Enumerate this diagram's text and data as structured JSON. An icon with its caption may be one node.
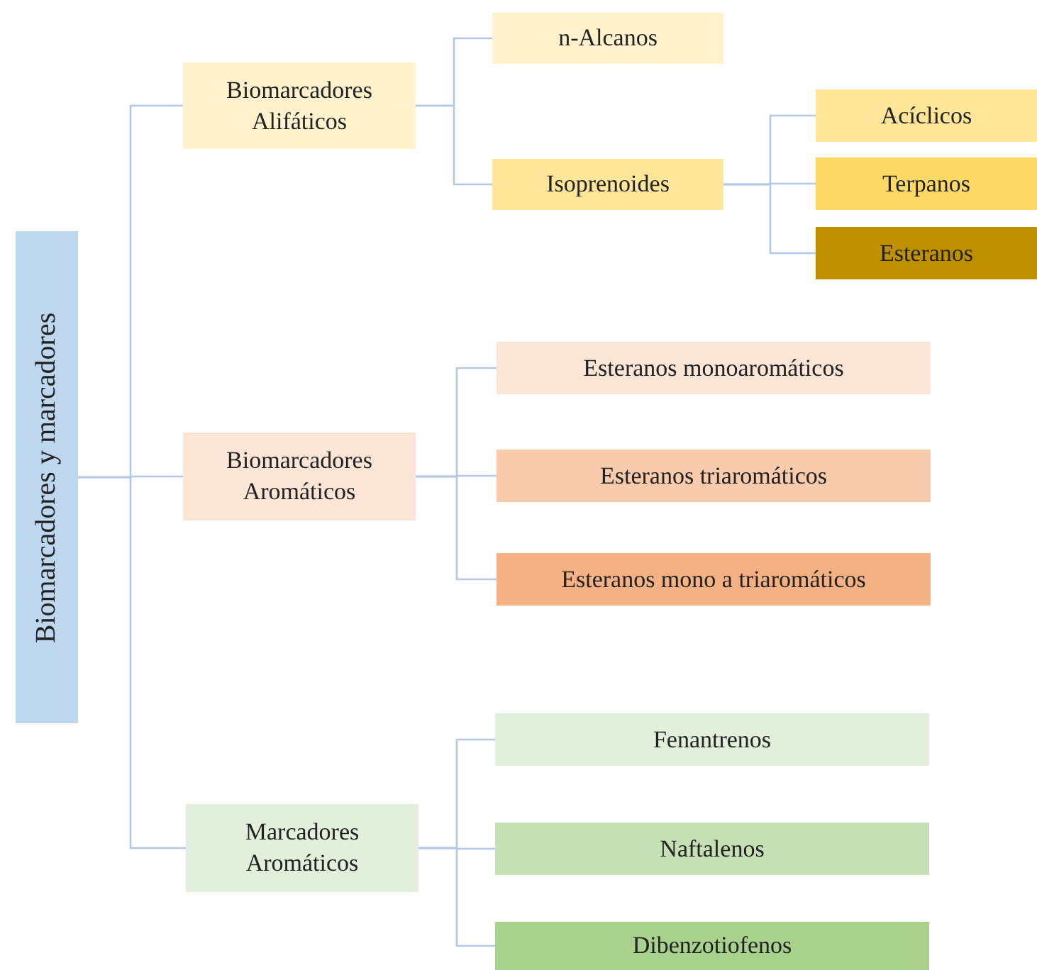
{
  "diagram": {
    "nodes": [
      {
        "text": [
          "Biomarcadores y marcadores"
        ]
      },
      {
        "text": [
          "Biomarcadores Alifáticos"
        ]
      },
      {
        "text": [
          "n-Alcanos"
        ]
      },
      {
        "text": [
          "Isoprenoides"
        ]
      },
      {
        "text": [
          "Acíclicos"
        ]
      },
      {
        "text": [
          "Terpanos"
        ]
      },
      {
        "text": [
          "Esteranos"
        ]
      },
      {
        "text": [
          "Biomarcadores Aromáticos"
        ]
      },
      {
        "text": [
          "Esteranos monoaromáticos"
        ]
      },
      {
        "text": [
          "Esteranos triaromáticos"
        ]
      },
      {
        "text": [
          "Esteranos mono a triaromáticos"
        ]
      },
      {
        "text": [
          "Marcadores Aromáticos"
        ]
      },
      {
        "text": [
          "Fenantrenos"
        ]
      },
      {
        "text": [
          "Naftalenos"
        ]
      },
      {
        "text": [
          "Dibenzotiofenos"
        ]
      }
    ],
    "edges": [
      {
        "from": 0,
        "to": 1,
        "arrow": "none"
      },
      {
        "from": 0,
        "to": 7,
        "arrow": "none"
      },
      {
        "from": 0,
        "to": 11,
        "arrow": "none"
      },
      {
        "from": 1,
        "to": 2,
        "arrow": "none"
      },
      {
        "from": 1,
        "to": 3,
        "arrow": "none"
      },
      {
        "from": 3,
        "to": 4,
        "arrow": "none"
      },
      {
        "from": 3,
        "to": 5,
        "arrow": "none"
      },
      {
        "from": 3,
        "to": 6,
        "arrow": "none"
      },
      {
        "from": 7,
        "to": 8,
        "arrow": "none"
      },
      {
        "from": 7,
        "to": 9,
        "arrow": "none"
      },
      {
        "from": 7,
        "to": 10,
        "arrow": "none"
      },
      {
        "from": 11,
        "to": 12,
        "arrow": "none"
      },
      {
        "from": 11,
        "to": 13,
        "arrow": "none"
      },
      {
        "from": 11,
        "to": 14,
        "arrow": "none"
      }
    ]
  }
}
